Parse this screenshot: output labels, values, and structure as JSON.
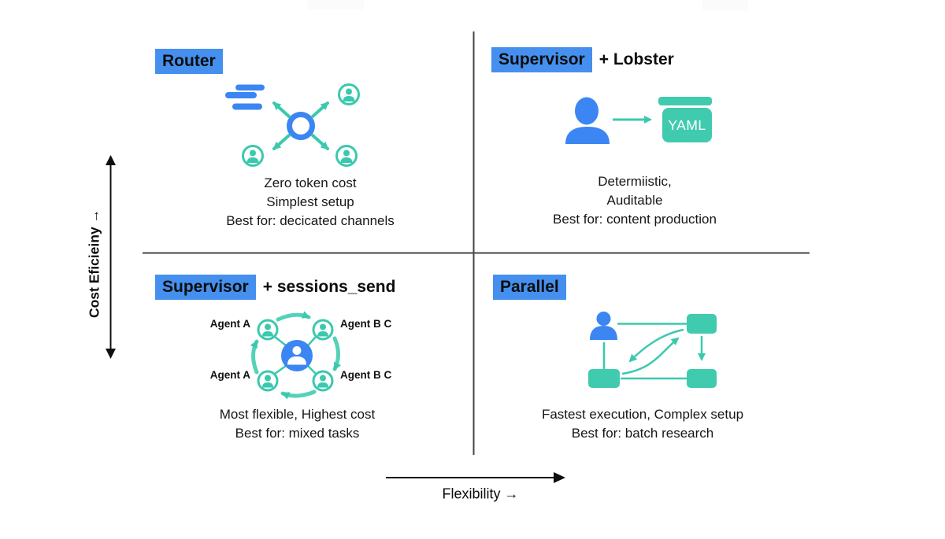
{
  "axes": {
    "y_label": "Cost Eficieiny →",
    "x_label": "Flexibility →"
  },
  "quadrants": {
    "router": {
      "title_highlight": "Router",
      "desc": [
        "Zero token cost",
        "Simplest setup",
        "Best for: decicated channels"
      ]
    },
    "supervisor_lobster": {
      "title_highlight": "Supervisor",
      "title_rest": "+ Lobster",
      "yaml_label": "YAML",
      "desc": [
        "Determiistic,",
        "Auditable",
        "Best for: content production"
      ]
    },
    "supervisor_sessions": {
      "title_highlight": "Supervisor",
      "title_rest": "+ sessions_send",
      "agents": {
        "top_left": "Agent A",
        "top_right": "Agent B C",
        "bottom_left": "Agent A",
        "bottom_right": "Agent B C"
      },
      "desc": [
        "Most flexible, Highest cost",
        "Best for: mixed tasks"
      ]
    },
    "parallel": {
      "title_highlight": "Parallel",
      "desc": [
        "Fastest execution, Complex setup",
        "Best for: batch research"
      ]
    }
  },
  "colors": {
    "highlight_blue": "#4590ee",
    "icon_blue": "#3b86f2",
    "teal": "#3ac9ae",
    "divider_gray": "#454545",
    "axis_black": "#0f0f0f",
    "text": "#141414"
  }
}
